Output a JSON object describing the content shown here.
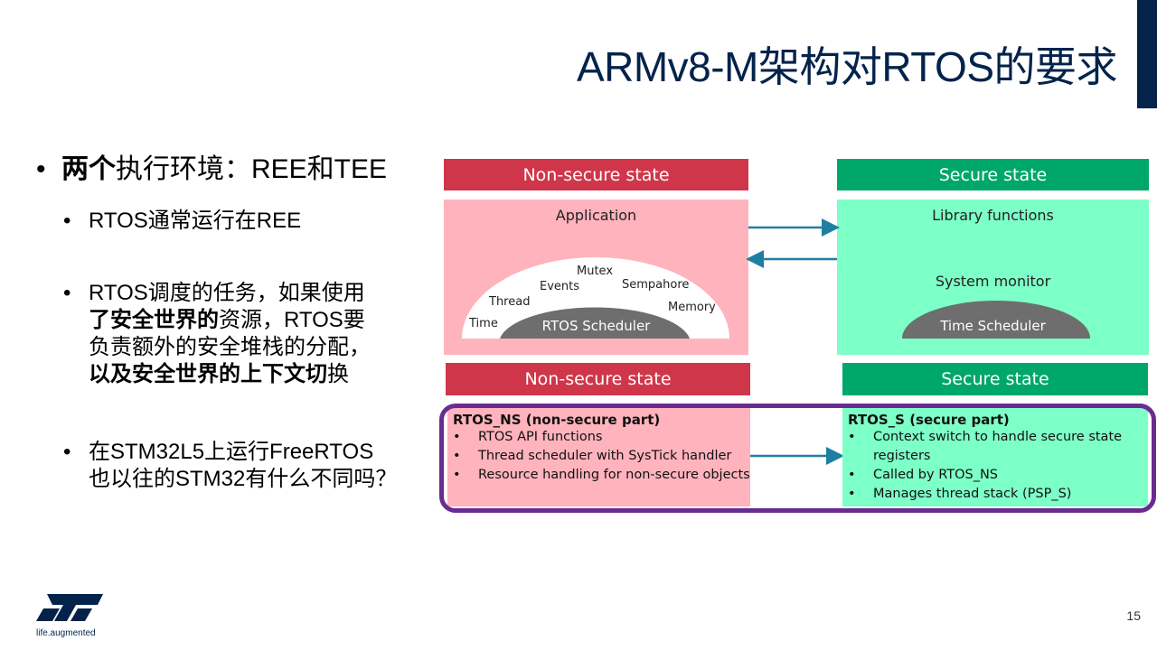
{
  "slide": {
    "title": "ARMv8-M架构对RTOS的要求",
    "page_number": "15",
    "logo_tagline": "life.augmented",
    "logo_mark": "ST"
  },
  "bullets": {
    "b1_bold": "两个",
    "b1_rest": "执行环境：REE和TEE",
    "b2": "RTOS通常运行在REE",
    "b3_l1": "RTOS调度的任务，如果使用",
    "b3_l2_bold": "了安全世界的",
    "b3_l2_rest": "资源，RTOS要",
    "b3_l3": "负责额外的安全堆栈的分配，",
    "b3_l4_bold": "以及安全世界的上下文切",
    "b3_l4_rest": "换",
    "b4_l1": "在STM32L5上运行FreeRTOS",
    "b4_l2": "也以往的STM32有什么不同吗？"
  },
  "diagram": {
    "top_left_header": "Non-secure state",
    "top_right_header": "Secure state",
    "application": "Application",
    "library_functions": "Library functions",
    "system_monitor": "System monitor",
    "rtos_scheduler": "RTOS Scheduler",
    "time_scheduler": "Time Scheduler",
    "arc_labels": {
      "mutex": "Mutex",
      "events": "Events",
      "sempahore": "Sempahore",
      "thread": "Thread",
      "memory": "Memory",
      "time": "Time"
    },
    "bottom_left_header": "Non-secure state",
    "bottom_right_header": "Secure state",
    "ns_part": {
      "title": "RTOS_NS (non-secure part)",
      "items": [
        "RTOS API functions",
        "Thread scheduler with SysTick handler",
        "Resource handling for non-secure objects"
      ]
    },
    "s_part": {
      "title": "RTOS_S (secure part)",
      "items": [
        "Context switch to handle secure state",
        "registers",
        "Called by RTOS_NS",
        "Manages thread stack (PSP_S)"
      ]
    }
  },
  "colors": {
    "title": "#03234b",
    "red_header": "#d0364a",
    "green_header": "#00a76a",
    "pink_fill": "#ffb3bd",
    "mint_fill": "#7dffc8",
    "arrow": "#1f7fa0",
    "highlight_border": "#6a2c91"
  }
}
